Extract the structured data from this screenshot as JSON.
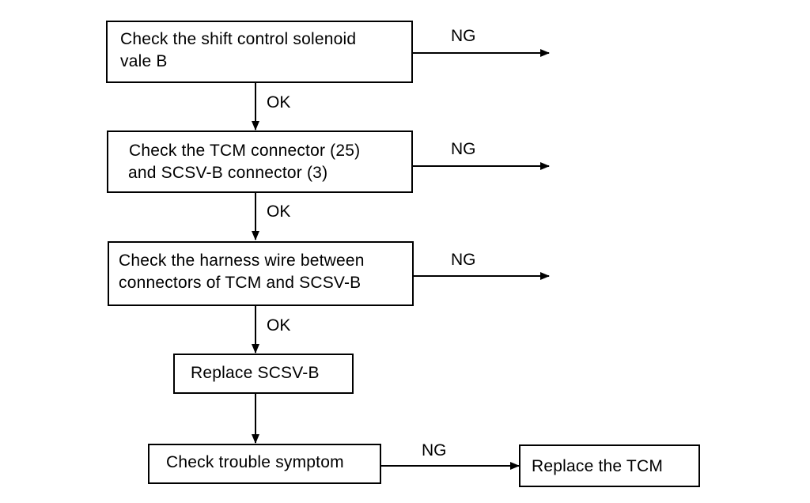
{
  "flowchart": {
    "steps": [
      {
        "lines": [
          "Check the shift control solenoid",
          "vale B"
        ],
        "ng_label": "NG",
        "ok_label": "OK"
      },
      {
        "lines": [
          "Check the TCM connector (25)",
          "and SCSV-B connector (3)"
        ],
        "ng_label": "NG",
        "ok_label": "OK"
      },
      {
        "lines": [
          "Check the harness wire between",
          "connectors of TCM and SCSV-B"
        ],
        "ng_label": "NG",
        "ok_label": "OK"
      },
      {
        "lines": [
          "Replace SCSV-B"
        ]
      },
      {
        "lines": [
          "Check trouble symptom"
        ],
        "ng_label": "NG"
      }
    ],
    "final_box": {
      "lines": [
        "Replace the TCM"
      ]
    }
  }
}
